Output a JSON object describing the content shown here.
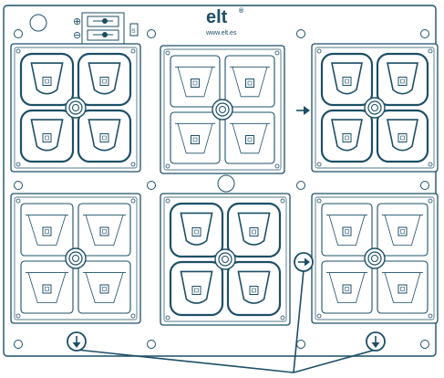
{
  "brand": {
    "logo_text": "elt",
    "logo_superscript": "®",
    "website": "www.elt.es"
  },
  "terminal_block": {
    "plus_sign": "⊕",
    "minus_sign": "⊖",
    "side_label": "S"
  },
  "modules": [
    {
      "id": "top-left",
      "lens_style": "rounded",
      "highlighted": true
    },
    {
      "id": "top-center",
      "lens_style": "square",
      "highlighted": false
    },
    {
      "id": "top-right",
      "lens_style": "rounded",
      "highlighted": true
    },
    {
      "id": "bottom-left",
      "lens_style": "square",
      "highlighted": false
    },
    {
      "id": "bottom-center",
      "lens_style": "rounded",
      "highlighted": true
    },
    {
      "id": "bottom-right",
      "lens_style": "square",
      "highlighted": false
    }
  ],
  "markers": {
    "flow_arrow": "right",
    "callouts": [
      "down",
      "right",
      "down"
    ]
  },
  "colors": {
    "line": "#1c4f66",
    "plate": "#ffffff",
    "background": "#ffffff"
  }
}
